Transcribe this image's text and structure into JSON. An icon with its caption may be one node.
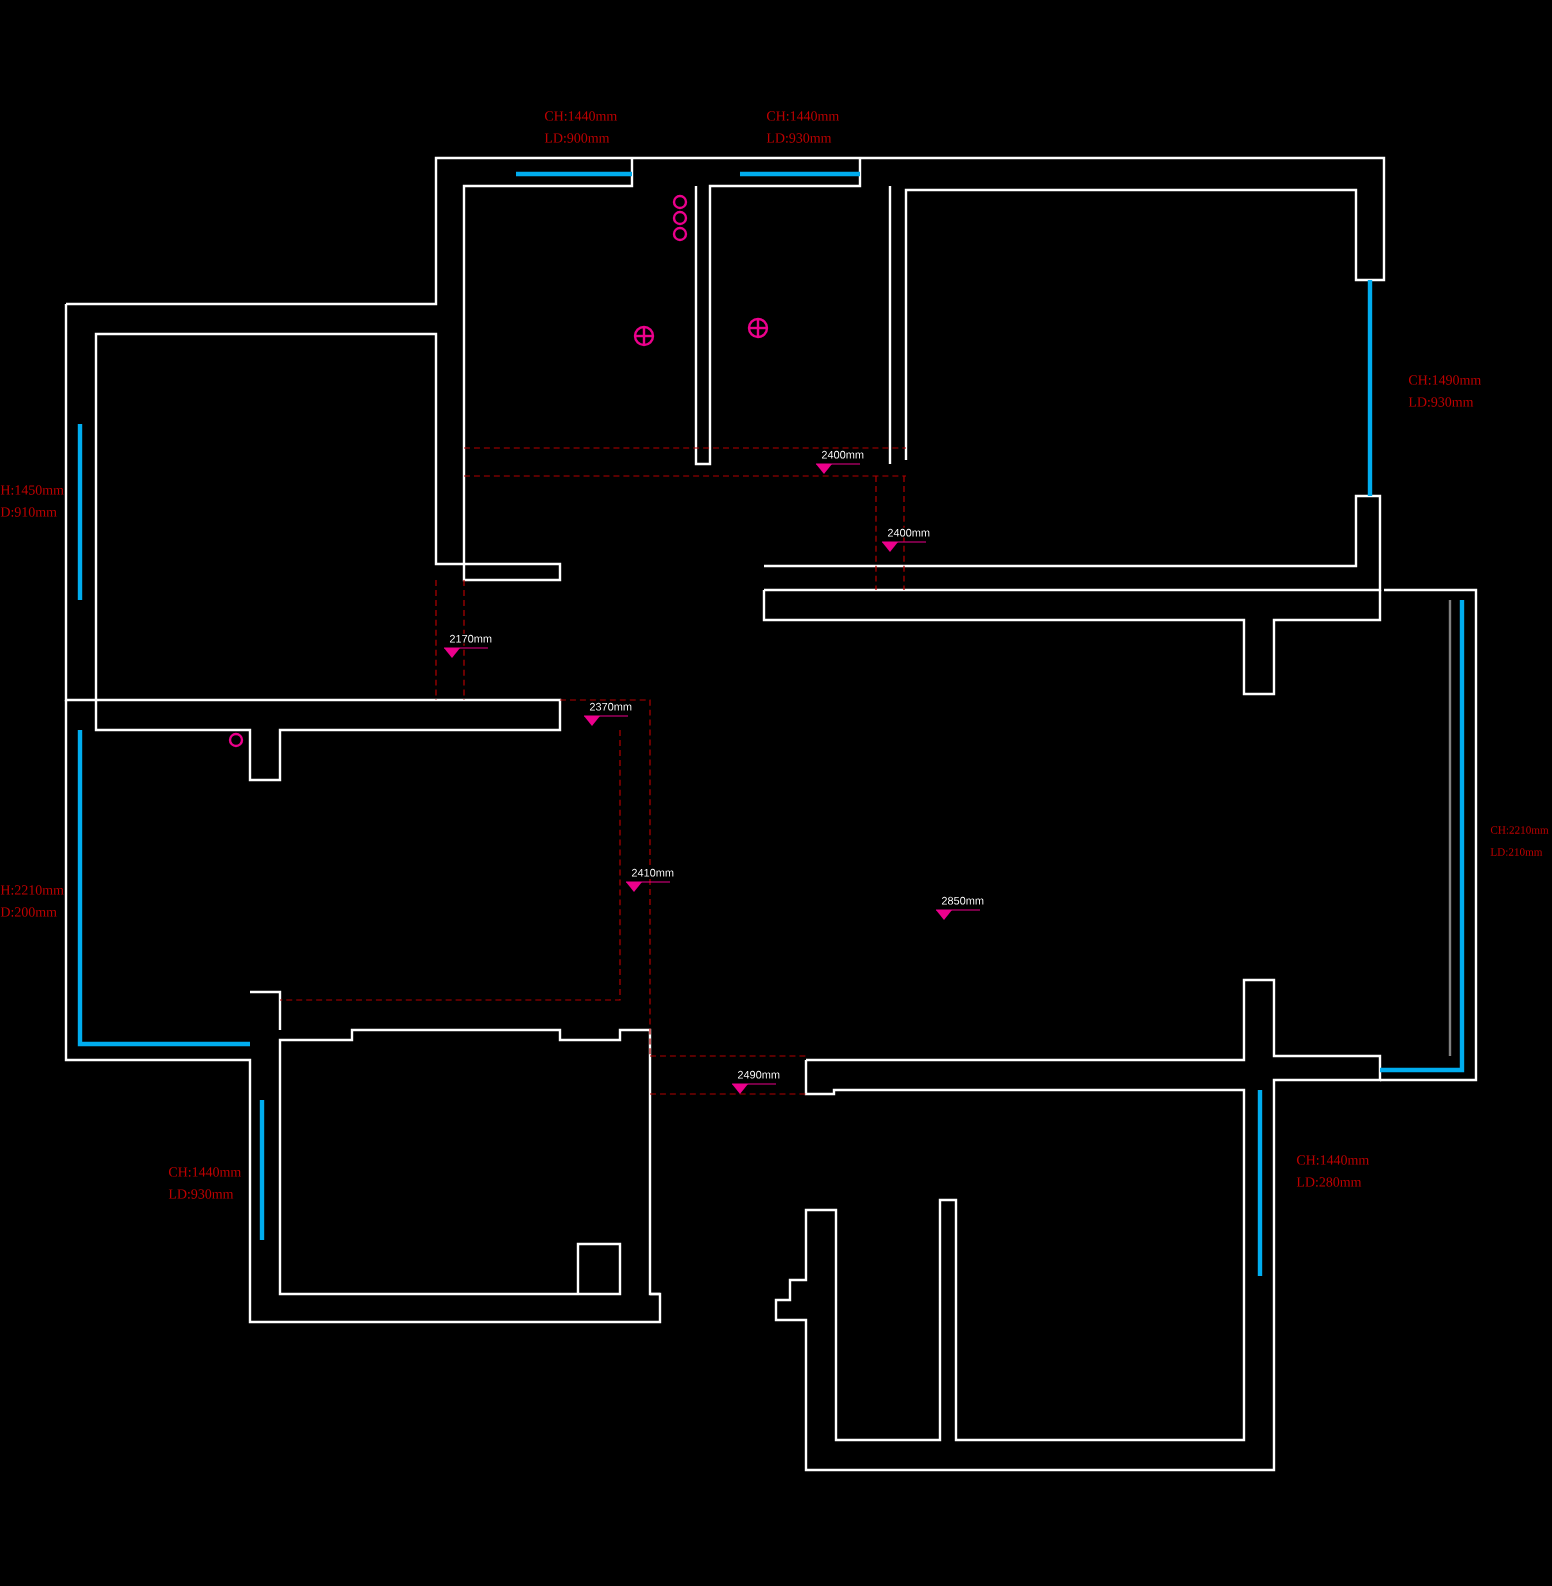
{
  "diagram": {
    "labels": [
      "CH:1440mm",
      "LD:900mm",
      "CH:1440mm",
      "LD:930mm",
      "CH:1490mm",
      "LD:930mm",
      "H:1450mm",
      "D:910mm",
      "2400mm",
      "2400mm",
      "2170mm",
      "2370mm",
      "2410mm",
      "2850mm",
      "H:2210mm",
      "D:200mm",
      "CH:2210mm",
      "LD:210mm",
      "2490mm",
      "CH:1440mm",
      "LD:930mm",
      "CH:1440mm",
      "LD:280mm"
    ]
  }
}
